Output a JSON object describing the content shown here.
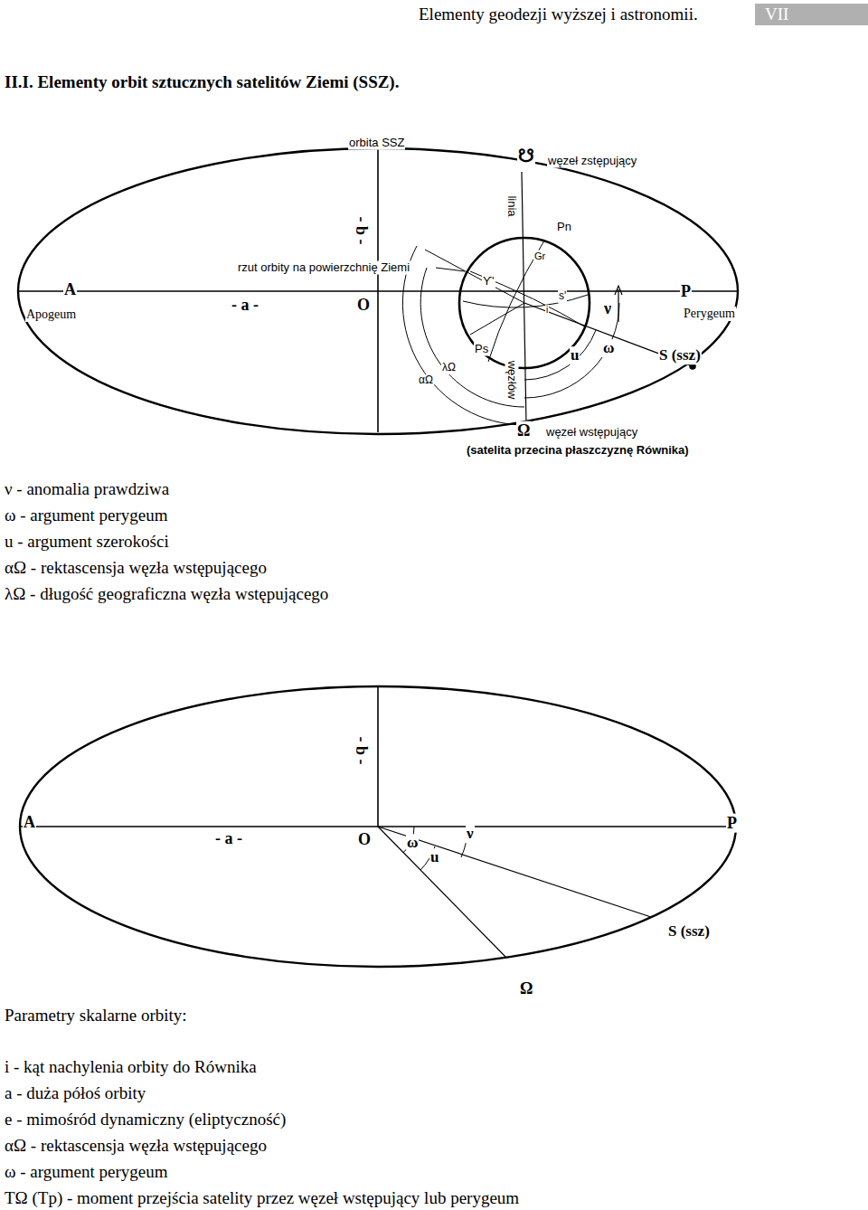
{
  "diagram": {
    "title": "II.I. Elementy orbit sztucznych satelitów Ziemi (SSZ).",
    "labels": [
      "Elementy geodezji wyższej i astronomii.",
      "VII",
      "orbita SSZ",
      "☋",
      "węzeł zstępujący",
      "linia",
      "- b -",
      "Pn",
      "Gr",
      "rzut orbity na powierzchnię Ziemi",
      "A",
      "Apogeum",
      "- a -",
      "O",
      "ϒ'",
      "s'",
      "i",
      "P",
      "Perygeum",
      "ν",
      "Ps",
      "u",
      "ω",
      "S (ssz)",
      "λΩ",
      "αΩ",
      "węzłów",
      "Ω",
      "węzeł wstępujący",
      "(satelita przecina płaszczyznę Równika)",
      "ν - anomalia prawdziwa",
      "ω - argument perygeum",
      "u - argument szerokości",
      "αΩ - rektascensja węzła wstępującego",
      "λΩ - długość geograficzna węzła wstępującego",
      "- b -",
      "A",
      "- a -",
      "O",
      "ω",
      "u",
      "ν",
      "P",
      "S (ssz)",
      "Ω",
      "Parametry skalarne orbity:",
      "i - kąt nachylenia orbity do Równika",
      "a - duża półoś orbity",
      "e - mimośród dynamiczny (eliptyczność)",
      "αΩ - rektascensja węzła wstępującego",
      "ω - argument perygeum",
      "TΩ (Tp) - moment przejścia satelity przez węzeł wstępujący lub perygeum"
    ]
  }
}
